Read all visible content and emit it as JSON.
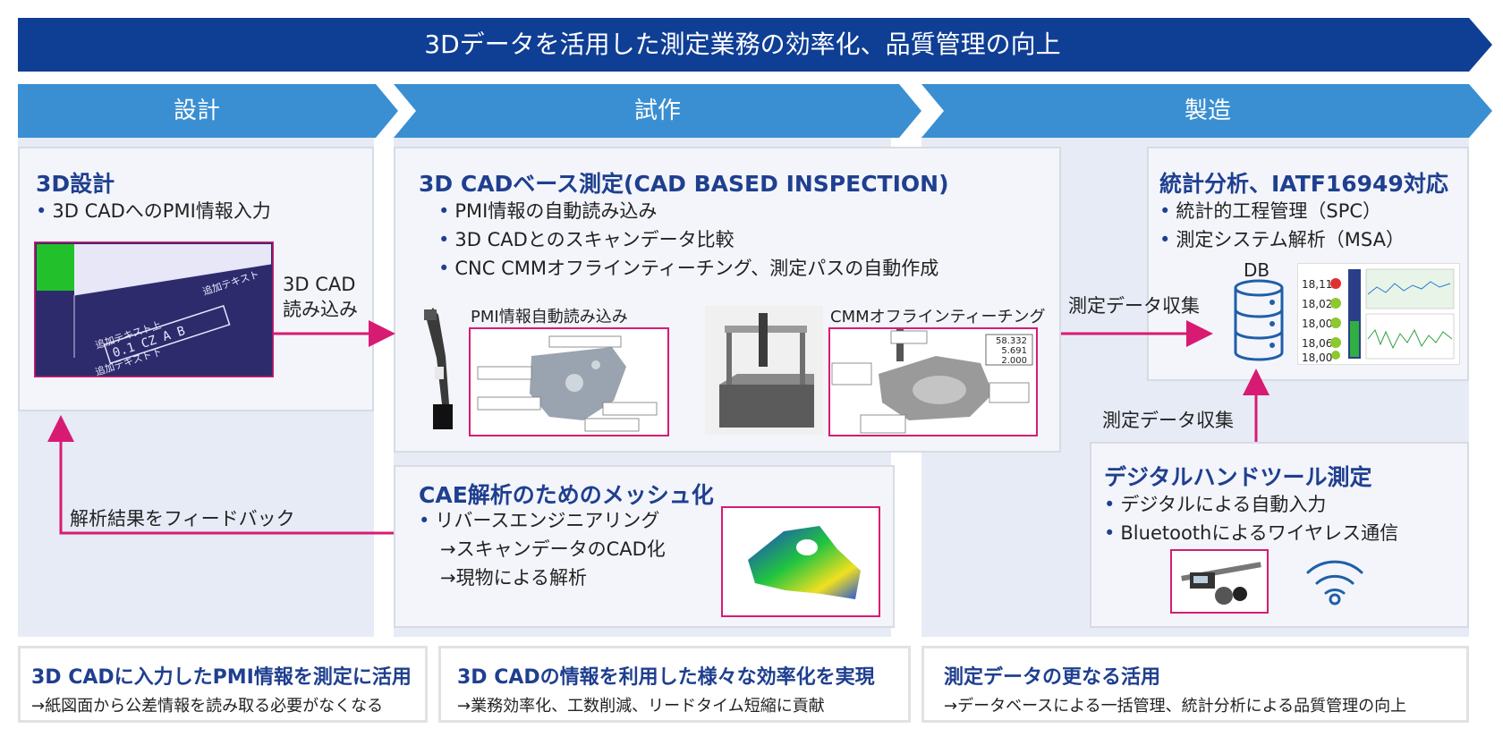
{
  "banner": {
    "title": "3Dデータを活用した測定業務の効率化、品質管理の向上"
  },
  "phases": [
    "設計",
    "試作",
    "製造"
  ],
  "design": {
    "title": "3D設計",
    "bullets": [
      "3D CADへのPMI情報入力"
    ],
    "arrow_label_line1": "3D CAD",
    "arrow_label_line2": "読み込み",
    "feedback_label": "解析結果をフィードバック",
    "drawing_texts": [
      "追加テキスト上",
      "追加テキスト下",
      "追加テキスト"
    ],
    "tolerance": "0.1 CZ A B"
  },
  "cad_inspection": {
    "title": "3D CADベース測定(CAD BASED INSPECTION)",
    "bullets": [
      "PMI情報の自動読み込み",
      "3D CADとのスキャンデータ比較",
      "CNC CMMオフラインティーチング、測定パスの自動作成"
    ],
    "image1_caption": "PMI情報自動読み込み",
    "image2_caption": "CMMオフラインティーチング",
    "cmm_values": [
      "58.332",
      "5.691",
      "2.000"
    ]
  },
  "cae": {
    "title": "CAE解析のためのメッシュ化",
    "bullets": [
      "リバースエンジニアリング"
    ],
    "sub_lines": [
      "→スキャンデータのCAD化",
      "→現物による解析"
    ]
  },
  "statistics": {
    "title": "統計分析、IATF16949対応",
    "bullets": [
      "統計的工程管理（SPC）",
      "測定システム解析（MSA）"
    ],
    "db_label": "DB",
    "values": [
      "18,11",
      "18,02",
      "18,00",
      "18,06",
      "18,00"
    ]
  },
  "collect_label_top": "測定データ収集",
  "collect_label_mid": "測定データ収集",
  "hand_tool": {
    "title": "デジタルハンドツール測定",
    "bullets": [
      "デジタルによる自動入力",
      "Bluetoothによるワイヤレス通信"
    ]
  },
  "bottom": [
    {
      "title": "3D CADに入力したPMI情報を測定に活用",
      "sub": "→紙図面から公差情報を読み取る必要がなくなる"
    },
    {
      "title": "3D CADの情報を利用した様々な効率化を実現",
      "sub": "→業務効率化、工数削減、リードタイム短縮に貢献"
    },
    {
      "title": "測定データの更なる活用",
      "sub": "→データベースによる一括管理、統計分析による品質管理の向上"
    }
  ],
  "colors": {
    "banner": "#0f3e95",
    "phase": "#3a8fd2",
    "accent": "#d81b72",
    "title": "#1f3f8f",
    "column": "#e6ebf6"
  }
}
